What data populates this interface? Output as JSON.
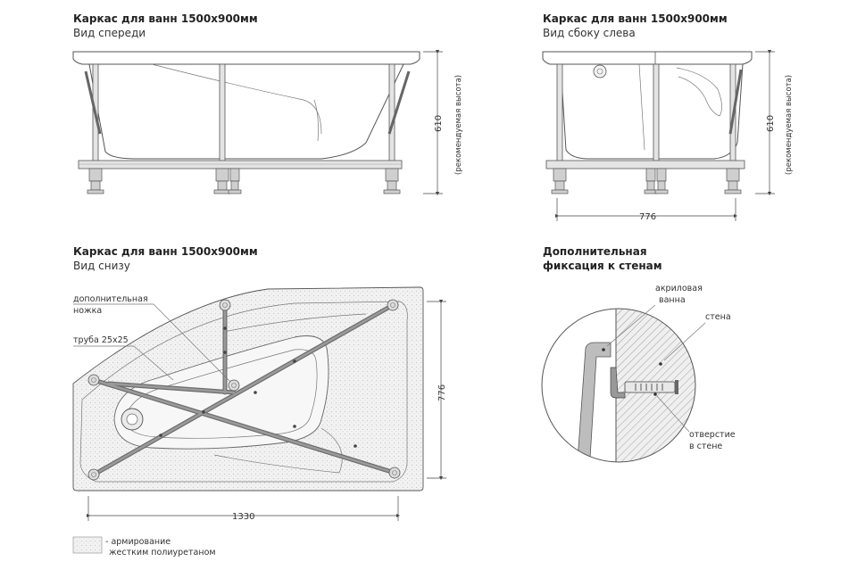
{
  "front_view": {
    "title": "Каркас для ванн 1500х900мм",
    "subtitle": "Вид спереди",
    "dim_height": "610",
    "dim_note": "(рекомендуемая высота)"
  },
  "side_view": {
    "title": "Каркас для ванн 1500х900мм",
    "subtitle": "Вид сбоку слева",
    "dim_height": "610",
    "dim_note": "(рекомендуемая высота)",
    "dim_width": "776"
  },
  "bottom_view": {
    "title": "Каркас для ванн 1500х900мм",
    "subtitle": "Вид снизу",
    "label_leg_1": "дополнительная",
    "label_leg_2": "ножка",
    "label_pipe": "труба 25х25",
    "dim_height": "776",
    "dim_width": "1330"
  },
  "wall_fix": {
    "title_1": "Дополнительная",
    "title_2": "фиксация к стенам",
    "label_bath_1": "акриловая",
    "label_bath_2": "ванна",
    "label_wall": "стена",
    "label_hole_1": "отверстие",
    "label_hole_2": "в стене"
  },
  "legend": {
    "line_1": "- армирование",
    "line_2": "жестким полиуретаном"
  }
}
